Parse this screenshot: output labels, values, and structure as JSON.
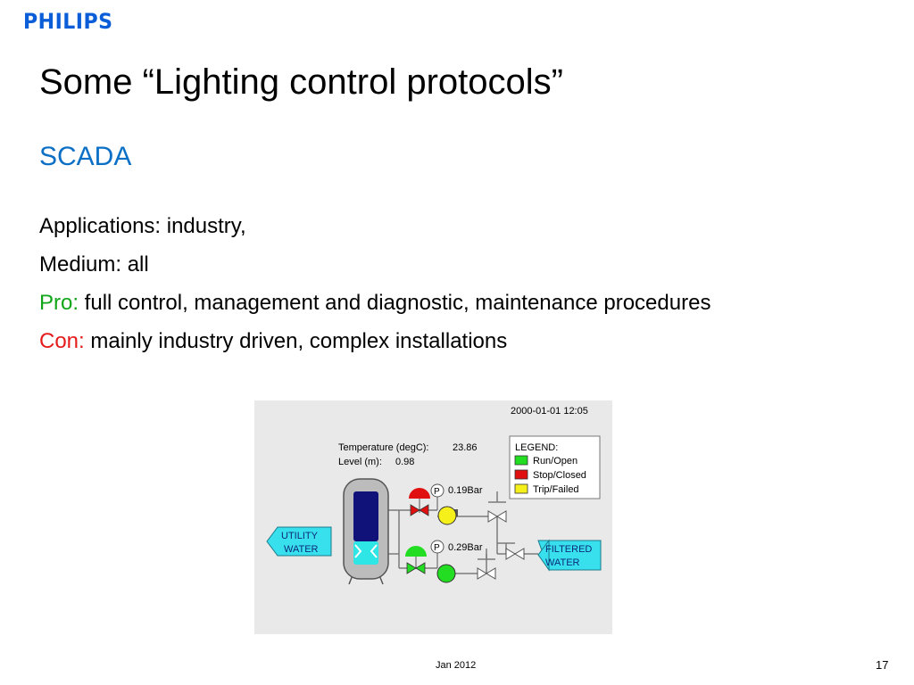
{
  "brand": {
    "logo_text": "PHILIPS",
    "color": "#0b5ed7"
  },
  "slide": {
    "title": "Some “Lighting control protocols”",
    "subtitle": "SCADA",
    "lines": {
      "applications": "Applications: industry,",
      "medium": "Medium: all",
      "pro_label": "Pro:",
      "pro_text": " full control, management and diagnostic, maintenance procedures",
      "con_label": "Con:",
      "con_text": " mainly industry driven, complex installations"
    }
  },
  "diagram": {
    "timestamp": "2000-01-01 12:05",
    "temperature_label": "Temperature (degC):",
    "temperature_value": "23.86",
    "level_label": "Level (m):",
    "level_value": "0.98",
    "legend_title": "LEGEND:",
    "legend_items": [
      {
        "label": "Run/Open",
        "color": "#22dd22"
      },
      {
        "label": "Stop/Closed",
        "color": "#e01010"
      },
      {
        "label": "Trip/Failed",
        "color": "#f5f01a"
      }
    ],
    "gauge_symbol": "P",
    "pressure_top": "0.19Bar",
    "pressure_bottom": "0.29Bar",
    "utility_line1": "UTILITY",
    "utility_line2": "WATER",
    "filtered_line1": "FILTERED",
    "filtered_line2": "WATER"
  },
  "footer": {
    "date": "Jan 2012",
    "page": "17"
  }
}
